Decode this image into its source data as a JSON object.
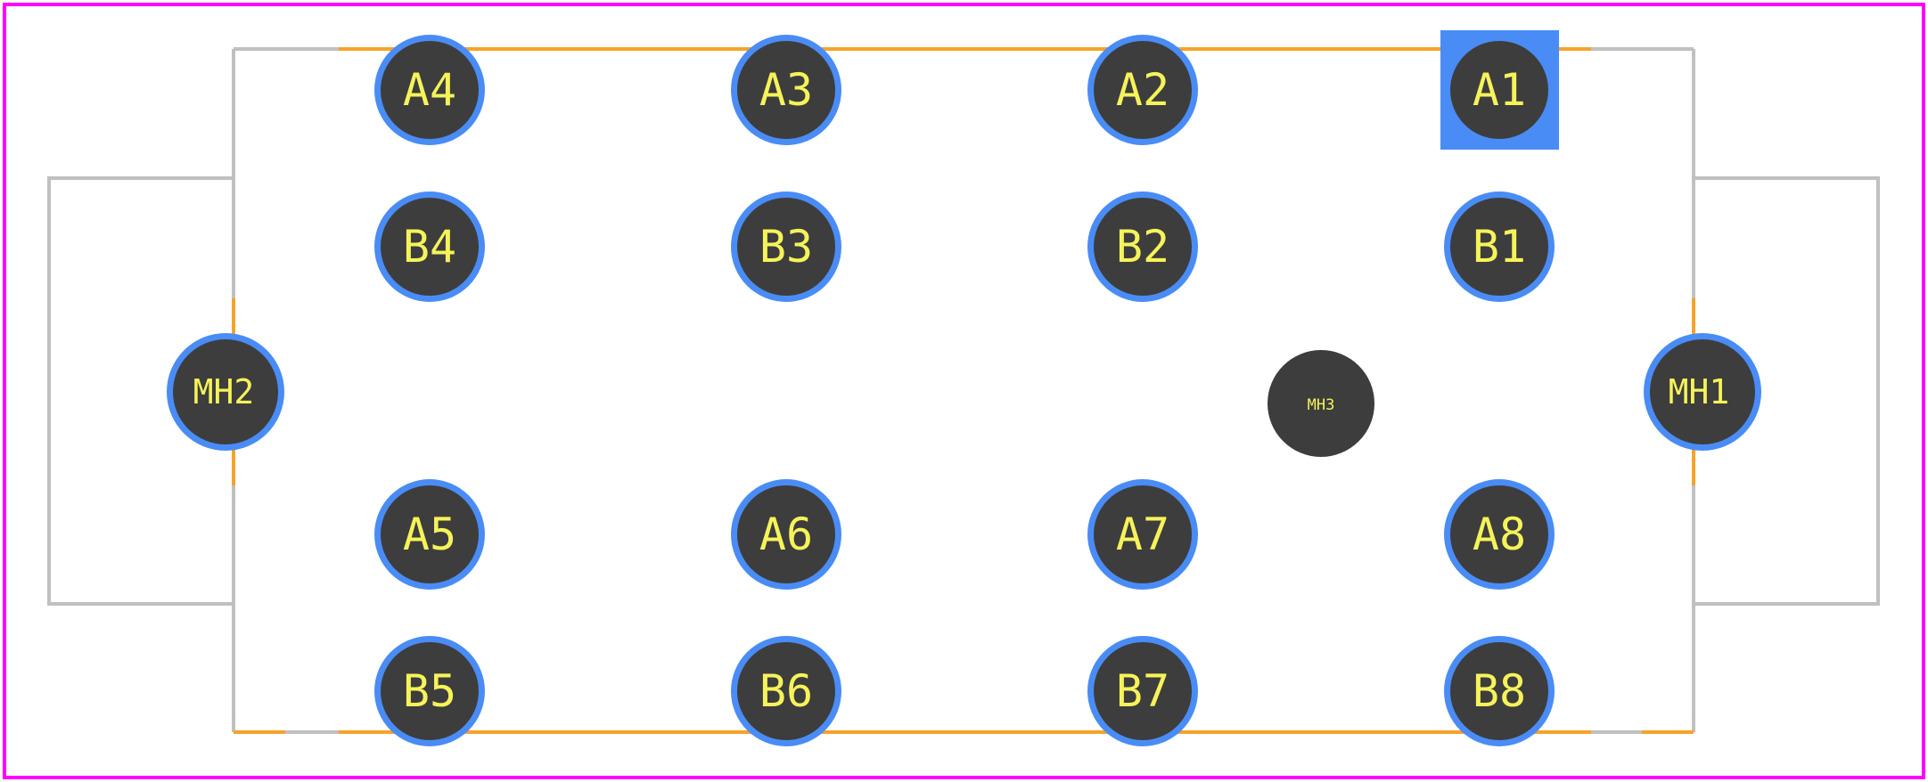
{
  "colors": {
    "border": "#ff00ff",
    "silkscreen": "#c0c0c0",
    "edge": "#f5a32a",
    "pad_ring": "#4a8cf5",
    "pad_fill": "#3d3d3d",
    "label": "#f6f35a",
    "background": "#ffffff"
  },
  "pads": {
    "a1": "A1",
    "a2": "A2",
    "a3": "A3",
    "a4": "A4",
    "b1": "B1",
    "b2": "B2",
    "b3": "B3",
    "b4": "B4",
    "a5": "A5",
    "a6": "A6",
    "a7": "A7",
    "a8": "A8",
    "b5": "B5",
    "b6": "B6",
    "b7": "B7",
    "b8": "B8",
    "mh1": "MH1",
    "mh2": "MH2",
    "mh3": "MH3"
  }
}
